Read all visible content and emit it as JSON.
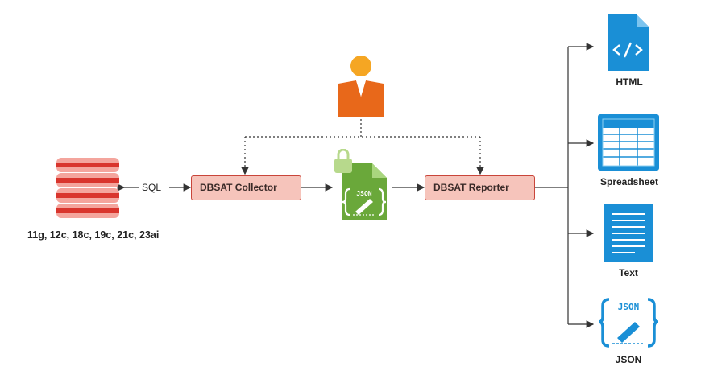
{
  "database": {
    "icon": "database-icon",
    "color": "#d9352d",
    "versions": "11g, 12c, 18c, 19c, 21c, 23ai"
  },
  "sql_label": "SQL",
  "collector": {
    "label": "DBSAT Collector"
  },
  "reporter": {
    "label": "DBSAT Reporter"
  },
  "user": {
    "icon": "user-icon",
    "color": "#e8681a"
  },
  "json_file": {
    "icon": "locked-json-file-icon",
    "text": "JSON",
    "color": "#6aa83a"
  },
  "outputs": [
    {
      "label": "HTML",
      "icon": "html-file-icon",
      "color": "#1a8fd6"
    },
    {
      "label": "Spreadsheet",
      "icon": "spreadsheet-icon",
      "color": "#1a8fd6"
    },
    {
      "label": "Text",
      "icon": "text-document-icon",
      "color": "#1a8fd6"
    },
    {
      "label": "JSON",
      "icon": "json-icon",
      "color": "#1a8fd6"
    }
  ]
}
